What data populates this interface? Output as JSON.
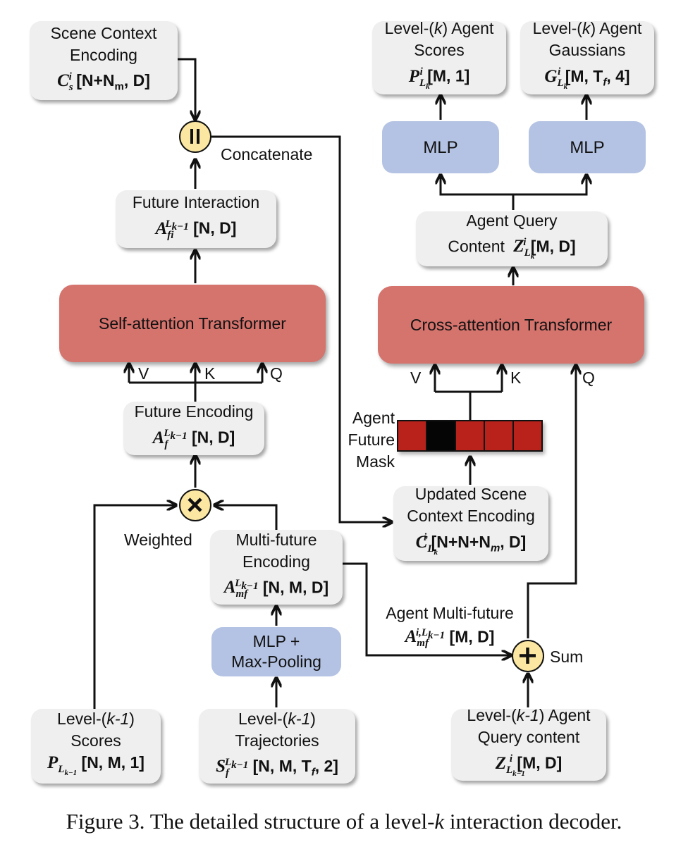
{
  "nodes": {
    "scene_context": {
      "line1": "Scene Context",
      "line2": "Encoding",
      "sym": "C",
      "sub": "s",
      "sup": "i",
      "dims": "[N+N",
      "dims_sub": "m",
      "dims_end": ", D]"
    },
    "future_interaction": {
      "line1": "Future Interaction",
      "sym": "A",
      "sub": "fi",
      "sup": "L",
      "sup_sub": "k−1",
      "dims": "[N, D]"
    },
    "self_attention": {
      "label": "Self-attention Transformer"
    },
    "future_encoding": {
      "line1": "Future Encoding",
      "sym": "A",
      "sub": "f",
      "sup": "L",
      "sup_sub": "k−1",
      "dims": "[N, D]"
    },
    "multi_future": {
      "line1": "Multi-future",
      "line2": "Encoding",
      "sym": "A",
      "sub": "mf",
      "sup": "L",
      "sup_sub": "k−1",
      "dims": "[N, M, D]"
    },
    "mlp_maxpool": {
      "line1": "MLP +",
      "line2": "Max-Pooling"
    },
    "level_scores": {
      "line1": "Level-(",
      "k": "k-1",
      "line1_end": ")",
      "line2": "Scores",
      "sym": "P",
      "sub": "L",
      "sub_sub": "k−1",
      "dims": "[N, M, 1]"
    },
    "level_traj": {
      "line1": "Level-(",
      "k": "k-1",
      "line1_end": ")",
      "line2": "Trajectories",
      "sym": "S",
      "sub": "f",
      "sup": "L",
      "sup_sub": "k−1",
      "dims": "[N, M, T",
      "dims_sub": "f",
      "dims_end": ", 2]"
    },
    "level_query": {
      "line1": "Level-(",
      "k": "k-1",
      "line1_end": ") Agent",
      "line2": "Query content",
      "sym": "Z",
      "sub": "L",
      "sub_sub": "k−1",
      "sup": "i",
      "dims": "[M, D]"
    },
    "scores_out": {
      "line1": "Level-(",
      "k": "k",
      "line1_end": ") Agent",
      "line2": "Scores",
      "sym": "P",
      "sub": "L",
      "sub_sub": "k",
      "sup": "i",
      "dims": "[M, 1]"
    },
    "gaussians_out": {
      "line1": "Level-(",
      "k": "k",
      "line1_end": ") Agent",
      "line2": "Gaussians",
      "sym": "G",
      "sub": "L",
      "sub_sub": "k",
      "sup": "i",
      "dims": "[M, T",
      "dims_sub": "f",
      "dims_end": ", 4]"
    },
    "mlp1": {
      "label": "MLP"
    },
    "mlp2": {
      "label": "MLP"
    },
    "agent_query": {
      "line1": "Agent Query",
      "line2": "Content",
      "sym": "Z",
      "sub": "L",
      "sub_sub": "k",
      "sup": "i",
      "dims": "[M, D]"
    },
    "cross_attention": {
      "label": "Cross-attention Transformer"
    },
    "updated_scene": {
      "line1": "Updated Scene",
      "line2": "Context Encoding",
      "sym": "C",
      "sub": "L",
      "sub_sub": "k",
      "sup": "i",
      "dims": "[N+N+N",
      "dims_sub": "m",
      "dims_end": ", D]"
    }
  },
  "labels": {
    "concatenate": "Concatenate",
    "weighted": "Weighted",
    "sum": "Sum",
    "v_left": "V",
    "k_left": "K",
    "q_left": "Q",
    "v_right": "V",
    "k_right": "K",
    "q_right": "Q",
    "mask_line1": "Agent",
    "mask_line2": "Future",
    "mask_line3": "Mask",
    "agent_mf_line1": "Agent Multi-future",
    "agent_mf_sym": "A",
    "agent_mf_sub": "mf",
    "agent_mf_sup": "i,L",
    "agent_mf_sup_sub": "k−1",
    "agent_mf_dims": "[M, D]"
  },
  "mask_cells": [
    "#b8221b",
    "#050505",
    "#b8221b",
    "#b8221b",
    "#b8221b"
  ],
  "caption": {
    "prefix": "Figure 3. The detailed structure of a level-",
    "k": "k",
    "suffix": " interaction decoder."
  }
}
